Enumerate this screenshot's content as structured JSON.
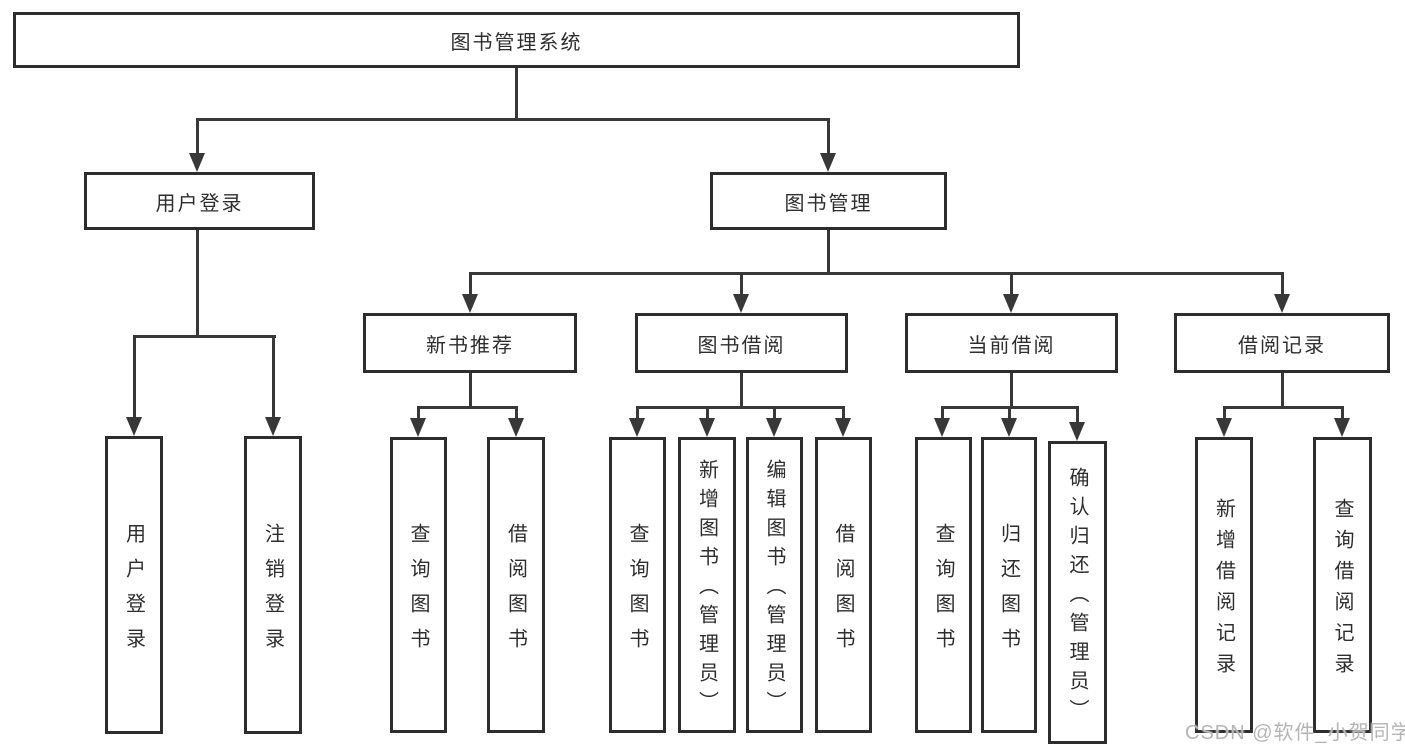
{
  "diagram_title": "图书管理系统",
  "tree": {
    "label": "图书管理系统",
    "children": [
      {
        "label": "用户登录",
        "children": [
          {
            "label": "用户登录"
          },
          {
            "label": "注销登录"
          }
        ]
      },
      {
        "label": "图书管理",
        "children": [
          {
            "label": "新书推荐",
            "children": [
              {
                "label": "查询图书"
              },
              {
                "label": "借阅图书"
              }
            ]
          },
          {
            "label": "图书借阅",
            "children": [
              {
                "label": "查询图书"
              },
              {
                "label": "新增图书（管理员）"
              },
              {
                "label": "编辑图书（管理员）"
              },
              {
                "label": "借阅图书"
              }
            ]
          },
          {
            "label": "当前借阅",
            "children": [
              {
                "label": "查询图书"
              },
              {
                "label": "归还图书"
              },
              {
                "label": "确认归还（管理员）"
              }
            ]
          },
          {
            "label": "借阅记录",
            "children": [
              {
                "label": "新增借阅记录"
              },
              {
                "label": "查询借阅记录"
              }
            ]
          }
        ]
      }
    ]
  },
  "watermark": {
    "text": "CSDN @软件_小贺同学"
  },
  "colors": {
    "background": "#ffffff",
    "box_border": "#2d2d2d",
    "connector_line": "#383838",
    "text": "#2e2e2e",
    "watermark_text": "#b5b5b5"
  }
}
